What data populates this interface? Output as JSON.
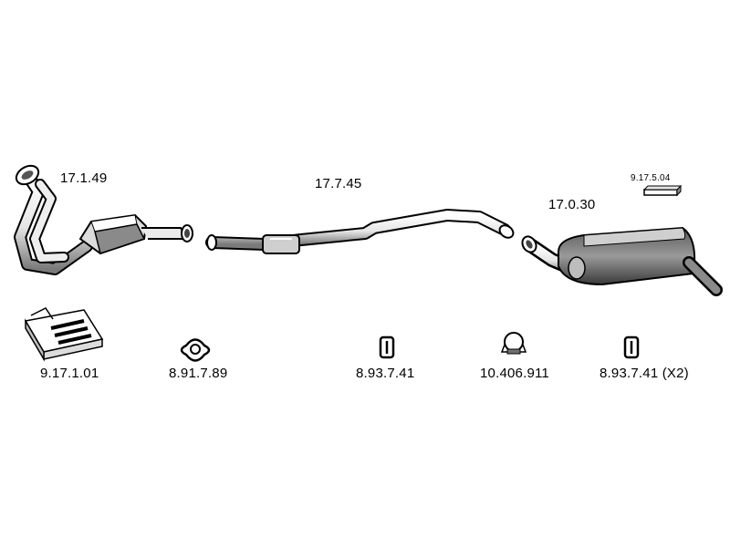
{
  "parts": {
    "front_pipe": "17.1.49",
    "center_pipe": "17.7.45",
    "rear_silencer": "17.0.30",
    "rubber_block": "9.17.5.04",
    "mounting_kit": "9.17.1.01",
    "gasket": "8.91.7.89",
    "hanger_1": "8.93.7.41",
    "clamp": "10.406.911",
    "hanger_2": "8.93.7.41 (X2)"
  },
  "colors": {
    "ink": "#000000",
    "shade": "#6f6f6f",
    "light": "#d9d9d9"
  }
}
